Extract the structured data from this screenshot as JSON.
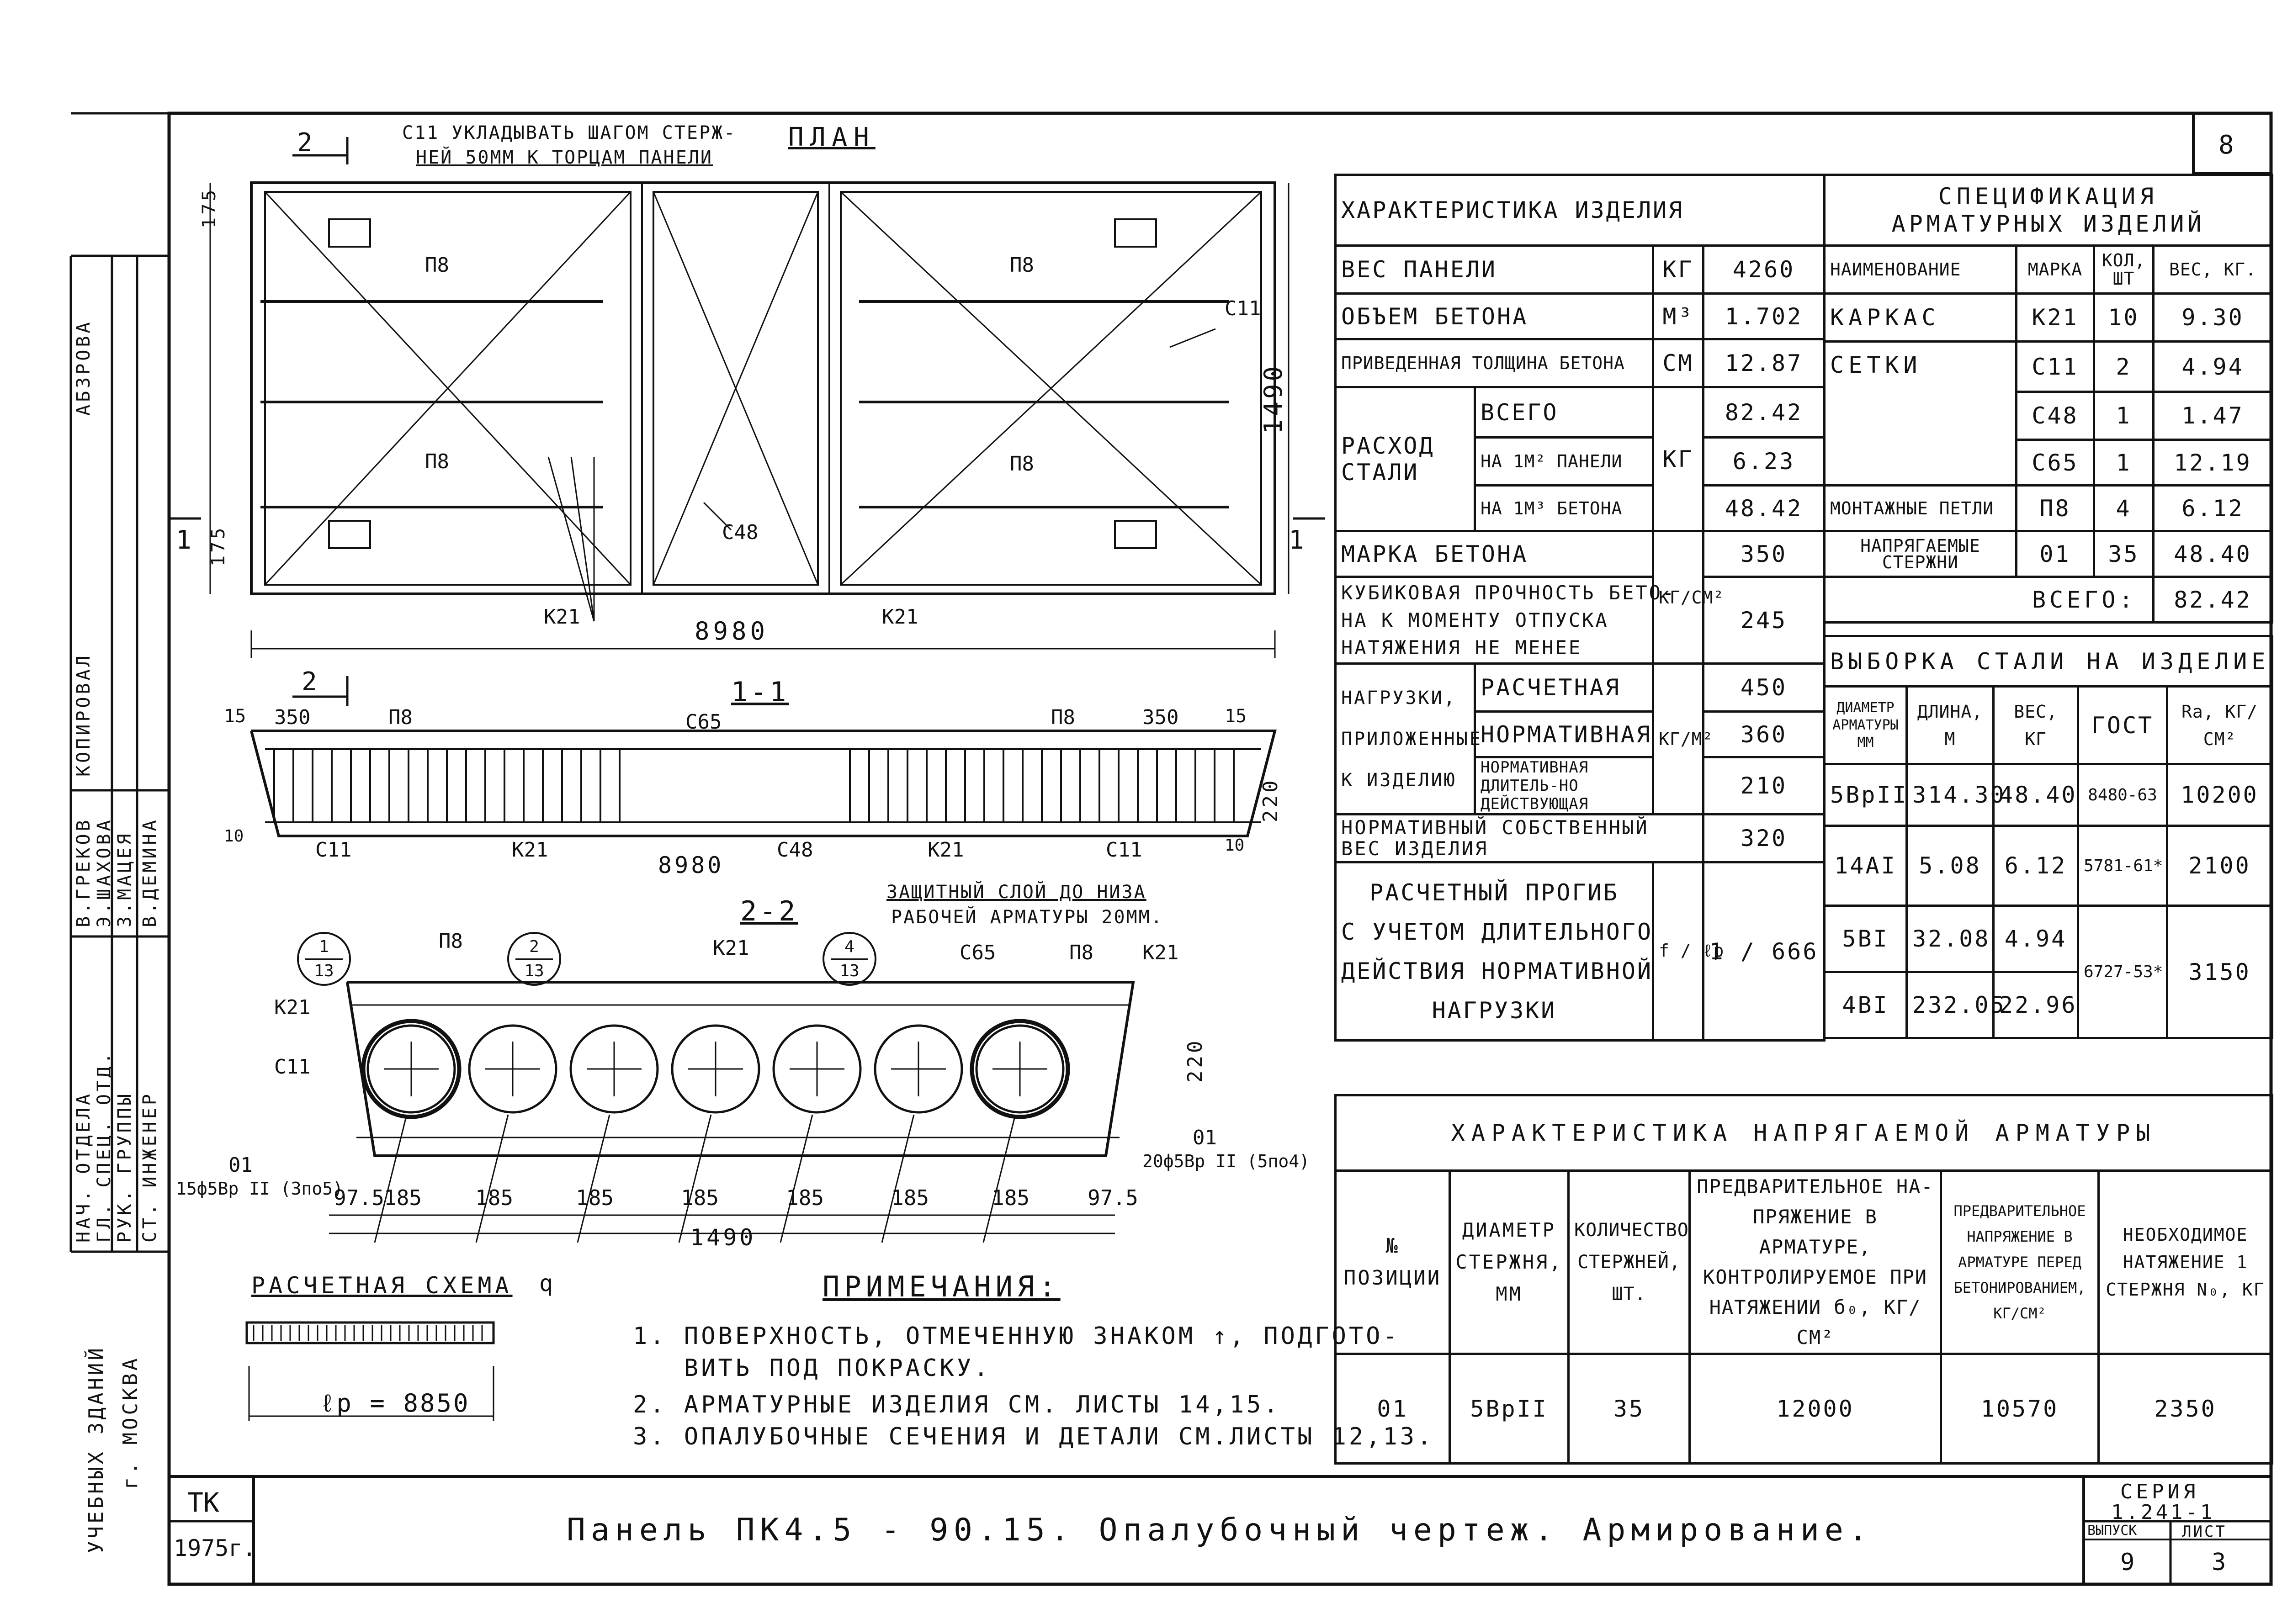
{
  "sheet": {
    "number": "8",
    "title": "Панель ПК4.5 - 90.15.  Опалубочный чертеж.  Армирование.",
    "org": "ТК",
    "year": "1975г.",
    "series_label": "СЕРИЯ",
    "series": "1.241-1",
    "issue_label": "ВЫПУСК",
    "issue": "9",
    "sheet_label": "ЛИСТ",
    "sheet": "3"
  },
  "side_stamp": {
    "org_lines": [
      "УЧЕБНЫХ ЗДАНИЙ",
      "г. МОСКВА"
    ],
    "roles": [
      "НАЧ. ОТДЕЛА",
      "ГЛ. СПЕЦ. ОТД.",
      "РУК. ГРУППЫ",
      "СТ. ИНЖЕНЕР"
    ],
    "names": [
      "В.ГРЕКОВ",
      "Э.ШАХОВА",
      "З.МАЦЕЯ",
      "В.ДЕМИНА"
    ],
    "upper": [
      "КОПИРОВАЛ",
      "АБЗРОВА"
    ]
  },
  "drawing": {
    "plan_title": "ПЛАН",
    "plan_note_1": "С11 УКЛАДЫВАТЬ ШАГОМ СТЕРЖ-",
    "plan_note_2": "НЕЙ 50ММ К ТОРЦАМ ПАНЕЛИ",
    "section_2_mark": "2",
    "section_1_mark": "1",
    "dim_length": "8980",
    "dim_width": "1490",
    "dim_175": "175",
    "dim_15": "15",
    "section_1_title": "1-1",
    "section_2_title": "2-2",
    "dim_350": "350",
    "dim_220": "220",
    "dim_10": "10",
    "labels": {
      "p8": "П8",
      "c11": "С11",
      "c48": "С48",
      "c65": "С65",
      "k21": "К21",
      "o1": "01"
    },
    "protect_note_1": "ЗАЩИТНЫЙ СЛОЙ ДО НИЗА",
    "protect_note_2": "РАБОЧЕЙ АРМАТУРЫ 20ММ.",
    "left_bars": "15ф5Вр II (3по5)",
    "right_bars": "20ф5Вр II (5по4)",
    "spacing": [
      "97.5",
      "185",
      "185",
      "185",
      "185",
      "185",
      "185",
      "185",
      "97.5"
    ],
    "callout_refs": [
      [
        "1",
        "13"
      ],
      [
        "2",
        "13"
      ],
      [
        "4",
        "13"
      ]
    ],
    "calc_scheme_title": "РАСЧЕТНАЯ СХЕМА",
    "calc_q": "q",
    "calc_span": "ℓр = 8850"
  },
  "notes": {
    "title": "ПРИМЕЧАНИЯ:",
    "items": [
      "1. ПОВЕРХНОСТЬ, ОТМЕЧЕННУЮ ЗНАКОМ ↑, ПОДГОТО-",
      "   ВИТЬ ПОД ПОКРАСКУ.",
      "2. АРМАТУРНЫЕ ИЗДЕЛИЯ   СМ. ЛИСТЫ 14,15.",
      "3. ОПАЛУБОЧНЫЕ СЕЧЕНИЯ И ДЕТАЛИ СМ.ЛИСТЫ 12,13."
    ]
  },
  "characteristics": {
    "header": "ХАРАКТЕРИСТИКА ИЗДЕЛИЯ",
    "panel_weight": {
      "label": "ВЕС ПАНЕЛИ",
      "unit": "КГ",
      "value": "4260"
    },
    "concrete_volume": {
      "label": "ОБЪЕМ БЕТОНА",
      "unit": "М³",
      "value": "1.702"
    },
    "reduced_thickness": {
      "label": "ПРИВЕДЕННАЯ ТОЛЩИНА БЕТОНА",
      "unit": "СМ",
      "value": "12.87"
    },
    "steel": {
      "label_1": "РАСХОД",
      "label_2": "СТАЛИ",
      "unit": "КГ",
      "rows": [
        {
          "label": "ВСЕГО",
          "value": "82.42"
        },
        {
          "label": "НА 1М² ПАНЕЛИ",
          "value": "6.23"
        },
        {
          "label": "НА 1М³ БЕТОНА",
          "value": "48.42"
        }
      ]
    },
    "concrete_grade": {
      "label": "МАРКА БЕТОНА",
      "value": "350"
    },
    "cube_strength": {
      "lines": [
        "КУБИКОВАЯ ПРОЧНОСТЬ БЕТО-",
        "НА К МОМЕНТУ ОТПУСКА",
        "НАТЯЖЕНИЯ НЕ МЕНЕЕ"
      ],
      "unit": "КГ/СМ²",
      "value": "245"
    },
    "loads": {
      "label_lines": [
        "НАГРУЗКИ,",
        "ПРИЛОЖЕННЫЕ",
        "К ИЗДЕЛИЮ"
      ],
      "unit": "КГ/М²",
      "rows": [
        {
          "label": "РАСЧЕТНАЯ",
          "value": "450"
        },
        {
          "label": "НОРМАТИВНАЯ",
          "value": "360"
        },
        {
          "label": "НОРМАТИВНАЯ ДЛИТЕЛЬ-НО ДЕЙСТВУЮЩАЯ",
          "value": "210"
        }
      ]
    },
    "self_weight": {
      "lines": [
        "НОРМАТИВНЫЙ СОБСТВЕННЫЙ",
        "ВЕС ИЗДЕЛИЯ"
      ],
      "value": "320"
    },
    "deflection": {
      "lines": [
        "РАСЧЕТНЫЙ ПРОГИБ",
        "С УЧЕТОМ ДЛИТЕЛЬНОГО",
        "ДЕЙСТВИЯ НОРМАТИВНОЙ",
        "НАГРУЗКИ"
      ],
      "unit": "f / ℓр",
      "value": "1 / 666"
    }
  },
  "specification": {
    "header_1": "СПЕЦИФИКАЦИЯ",
    "header_2": "АРМАТУРНЫХ ИЗДЕЛИЙ",
    "columns": [
      "НАИМЕНОВАНИЕ",
      "МАРКА",
      "КОЛ, ШТ",
      "ВЕС, КГ."
    ],
    "rows": [
      {
        "name": "КАРКАС",
        "mark": "К21",
        "qty": "10",
        "weight": "9.30"
      },
      {
        "name": "СЕТКИ",
        "mark": "С11",
        "qty": "2",
        "weight": "4.94"
      },
      {
        "name": "",
        "mark": "С48",
        "qty": "1",
        "weight": "1.47"
      },
      {
        "name": "",
        "mark": "С65",
        "qty": "1",
        "weight": "12.19"
      },
      {
        "name": "МОНТАЖНЫЕ ПЕТЛИ",
        "mark": "П8",
        "qty": "4",
        "weight": "6.12"
      },
      {
        "name": "НАПРЯГАЕМЫЕ СТЕРЖНИ",
        "mark": "01",
        "qty": "35",
        "weight": "48.40"
      }
    ],
    "total_label": "ВСЕГО:",
    "total": "82.42"
  },
  "steel_selection": {
    "header": "ВЫБОРКА СТАЛИ НА ИЗДЕЛИЕ",
    "columns": [
      "ДИАМЕТР АРМАТУРЫ ММ",
      "ДЛИНА, М",
      "ВЕС, КГ",
      "ГОСТ",
      "Ra, КГ/СМ²"
    ],
    "rows": [
      {
        "diameter": "5ВрII",
        "length": "314.30",
        "weight": "48.40",
        "gost": "8480-63",
        "ra": "10200"
      },
      {
        "diameter": "14АI",
        "length": "5.08",
        "weight": "6.12",
        "gost": "5781-61*",
        "ra": "2100"
      },
      {
        "diameter": "5ВI",
        "length": "32.08",
        "weight": "4.94",
        "gost": "6727-53*",
        "ra": "3150"
      },
      {
        "diameter": "4ВI",
        "length": "232.05",
        "weight": "22.96",
        "gost": "",
        "ra": ""
      }
    ]
  },
  "prestress": {
    "header": "ХАРАКТЕРИСТИКА НАПРЯГАЕМОЙ АРМАТУРЫ",
    "columns": [
      "№ ПОЗИЦИИ",
      "ДИАМЕТР СТЕРЖНЯ, ММ",
      "КОЛИЧЕСТВО СТЕРЖНЕЙ, ШТ.",
      "ПРЕДВАРИТЕЛЬНОЕ НА-ПРЯЖЕНИЕ В АРМАТУРЕ, КОНТРОЛИРУЕМОЕ ПРИ НАТЯЖЕНИИ б₀, КГ/СМ²",
      "ПРЕДВАРИТЕЛЬНОЕ НАПРЯЖЕНИЕ В АРМАТУРЕ ПЕРЕД БЕТОНИРОВАНИЕМ, КГ/СМ²",
      "НЕОБХОДИМОЕ НАТЯЖЕНИЕ 1 СТЕРЖНЯ N₀, КГ"
    ],
    "row": {
      "pos": "01",
      "diameter": "5ВрII",
      "qty": "35",
      "stress_control": "12000",
      "stress_before": "10570",
      "tension": "2350"
    }
  }
}
